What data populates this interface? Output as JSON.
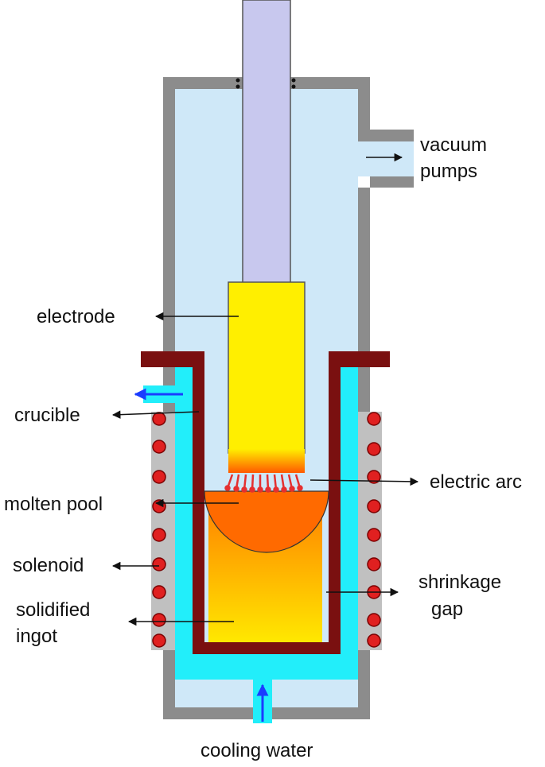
{
  "labels": {
    "vacuum_line1": "vacuum",
    "vacuum_line2": "pumps",
    "electrode": "electrode",
    "crucible": "crucible",
    "electric_arc": "electric arc",
    "molten_pool": "molten pool",
    "solenoid": "solenoid",
    "solidified_line1": "solidified",
    "solidified_line2": "ingot",
    "shrinkage_line1": "shrinkage",
    "shrinkage_line2": "gap",
    "cooling_water": "cooling water"
  },
  "colors": {
    "chamber_wall": "#8c8c8c",
    "vacuum": "#cfe8f8",
    "electrode_stub": "#c8c8ee",
    "electrode": "#ffef00",
    "crucible": "#7a1010",
    "cooling_water": "#22eefa",
    "molten_pool": "#ff6a00",
    "ingot_top": "#ff7a00",
    "ingot_bottom": "#ffe800",
    "coil": "#e02020",
    "coil_housing": "#c0c0c0",
    "water_arrow": "#1a3cff"
  }
}
